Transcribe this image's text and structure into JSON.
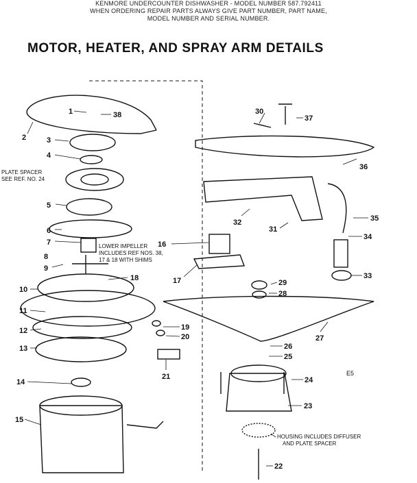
{
  "header": {
    "line1": "KENMORE UNDERCOUNTER DISHWASHER - MODEL NUMBER 587.792411",
    "line2": "WHEN ORDERING REPAIR PARTS ALWAYS GIVE PART NUMBER, PART NAME,",
    "line3": "MODEL NUMBER AND SERIAL NUMBER."
  },
  "title": "MOTOR, HEATER, AND SPRAY ARM DETAILS",
  "notes": {
    "plate_spacer_1": "PLATE SPACER",
    "plate_spacer_2": "SEE REF. NO. 24",
    "impeller_1": "LOWER IMPELLER",
    "impeller_2": "INCLUDES REF NOS. 38,",
    "impeller_3": "17 & 18 WITH SHIMS",
    "housing_1": "HOUSING INCLUDES DIFFUSER",
    "housing_2": "AND PLATE SPACER",
    "code": "E5"
  },
  "callouts": {
    "n1": "1",
    "n2": "2",
    "n3": "3",
    "n4": "4",
    "n5": "5",
    "n6": "6",
    "n7": "7",
    "n8": "8",
    "n9": "9",
    "n10": "10",
    "n11": "11",
    "n12": "12",
    "n13": "13",
    "n14": "14",
    "n15": "15",
    "n16": "16",
    "n17": "17",
    "n18": "18",
    "n19": "19",
    "n20": "20",
    "n21": "21",
    "n22": "22",
    "n23": "23",
    "n24": "24",
    "n25": "25",
    "n26": "26",
    "n27": "27",
    "n28": "28",
    "n29": "29",
    "n30": "30",
    "n31": "31",
    "n32": "32",
    "n33": "33",
    "n34": "34",
    "n35": "35",
    "n36": "36",
    "n37": "37",
    "n38": "38"
  }
}
